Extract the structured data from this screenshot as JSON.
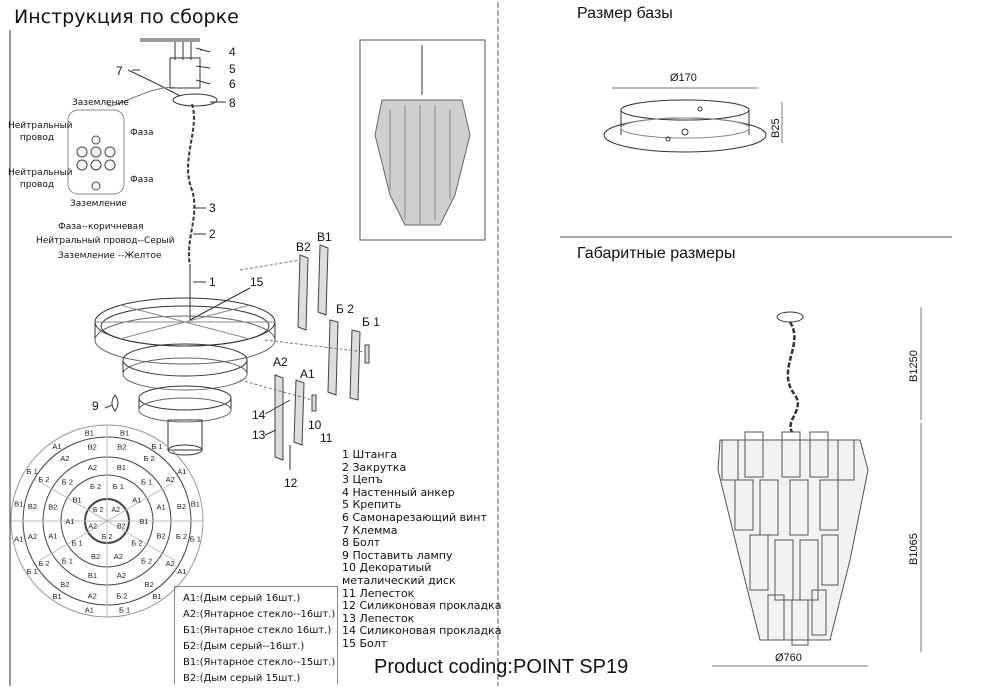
{
  "header": {
    "instruction_title": "Инструкция по сборке",
    "base_size_title": "Размер базы",
    "overall_size_title": "Габаритные размеры"
  },
  "wiring": {
    "ground_top": "Заземление",
    "neutral_top": "Нейтральный провод",
    "phase_top": "Фаза",
    "neutral_bottom": "Нейтральный провод",
    "phase_bottom": "Фаза",
    "ground_bottom": "Заземление",
    "color_phase": "Фаза--коричневая",
    "color_neutral": "Нейтральный провод--Серый",
    "color_ground": "Заземление --Желтое"
  },
  "callouts": {
    "c1": "1",
    "c2": "2",
    "c3": "3",
    "c4": "4",
    "c5": "5",
    "c6": "6",
    "c7": "7",
    "c8": "8",
    "c9": "9",
    "c10": "10",
    "c11": "11",
    "c12": "12",
    "c13": "13",
    "c14": "14",
    "c15": "15",
    "B2": "B2",
    "B1": "B1",
    "Б2": "Б 2",
    "Б1": "Б 1",
    "A2": "A2",
    "A1": "A1"
  },
  "parts_list": [
    "1  Штанга",
    "2  Закрутка",
    "3  Цепъ",
    "4  Настенный анкер",
    "5  Крепить",
    "6  Самонарезающий винт",
    "7  Клемма",
    "8  Болт",
    "9 Поставить лампу",
    "10  Декоратиый",
    "      металический диск",
    "11 Лепесток",
    "12 Силиконовая прокладка",
    "13 Лепесток",
    "14 Силиконовая прокладка",
    "15 Болт"
  ],
  "glass_legend": [
    "A1:(Дым серый 16шт.)",
    "A2:(Янтарное стекло--16шт.)",
    "Б1:(Янтарное стекло 16шт.)",
    "Б2:(Дым серый--16шт.)",
    "B1:(Янтарное стекло--15шт.)",
    "B2:(Дым серый 15шт.)"
  ],
  "layout_rings": [
    [
      "B1",
      "Б 1",
      "A1",
      "B1",
      "Б 1",
      "A1",
      "B1",
      "Б 1",
      "A1",
      "B1",
      "Б 1",
      "A1",
      "B1",
      "Б 1",
      "A1",
      "B1"
    ],
    [
      "B2",
      "Б 2",
      "A2",
      "B2",
      "Б 2",
      "A2",
      "B2",
      "Б 2",
      "A2",
      "B2",
      "Б 2",
      "A2",
      "B2",
      "Б 2",
      "A2",
      "B2"
    ],
    [
      "B1",
      "Б 1",
      "A1",
      "B2",
      "Б 2",
      "A2",
      "B1",
      "Б 1",
      "A1",
      "B2",
      "Б 2",
      "A2"
    ],
    [
      "Б 1",
      "A1",
      "B1",
      "Б 2",
      "A2",
      "B2",
      "Б 1",
      "A1",
      "B1",
      "Б 2"
    ],
    [
      "A2",
      "B2",
      "Б 2",
      "A2",
      "Б 2"
    ]
  ],
  "dimensions": {
    "base_diameter": "Ø170",
    "base_height": "B25",
    "total_height": "B1250",
    "body_height": "B1065",
    "body_diameter": "Ø760"
  },
  "footer": {
    "product_coding": "Product coding:POINT SP19"
  }
}
